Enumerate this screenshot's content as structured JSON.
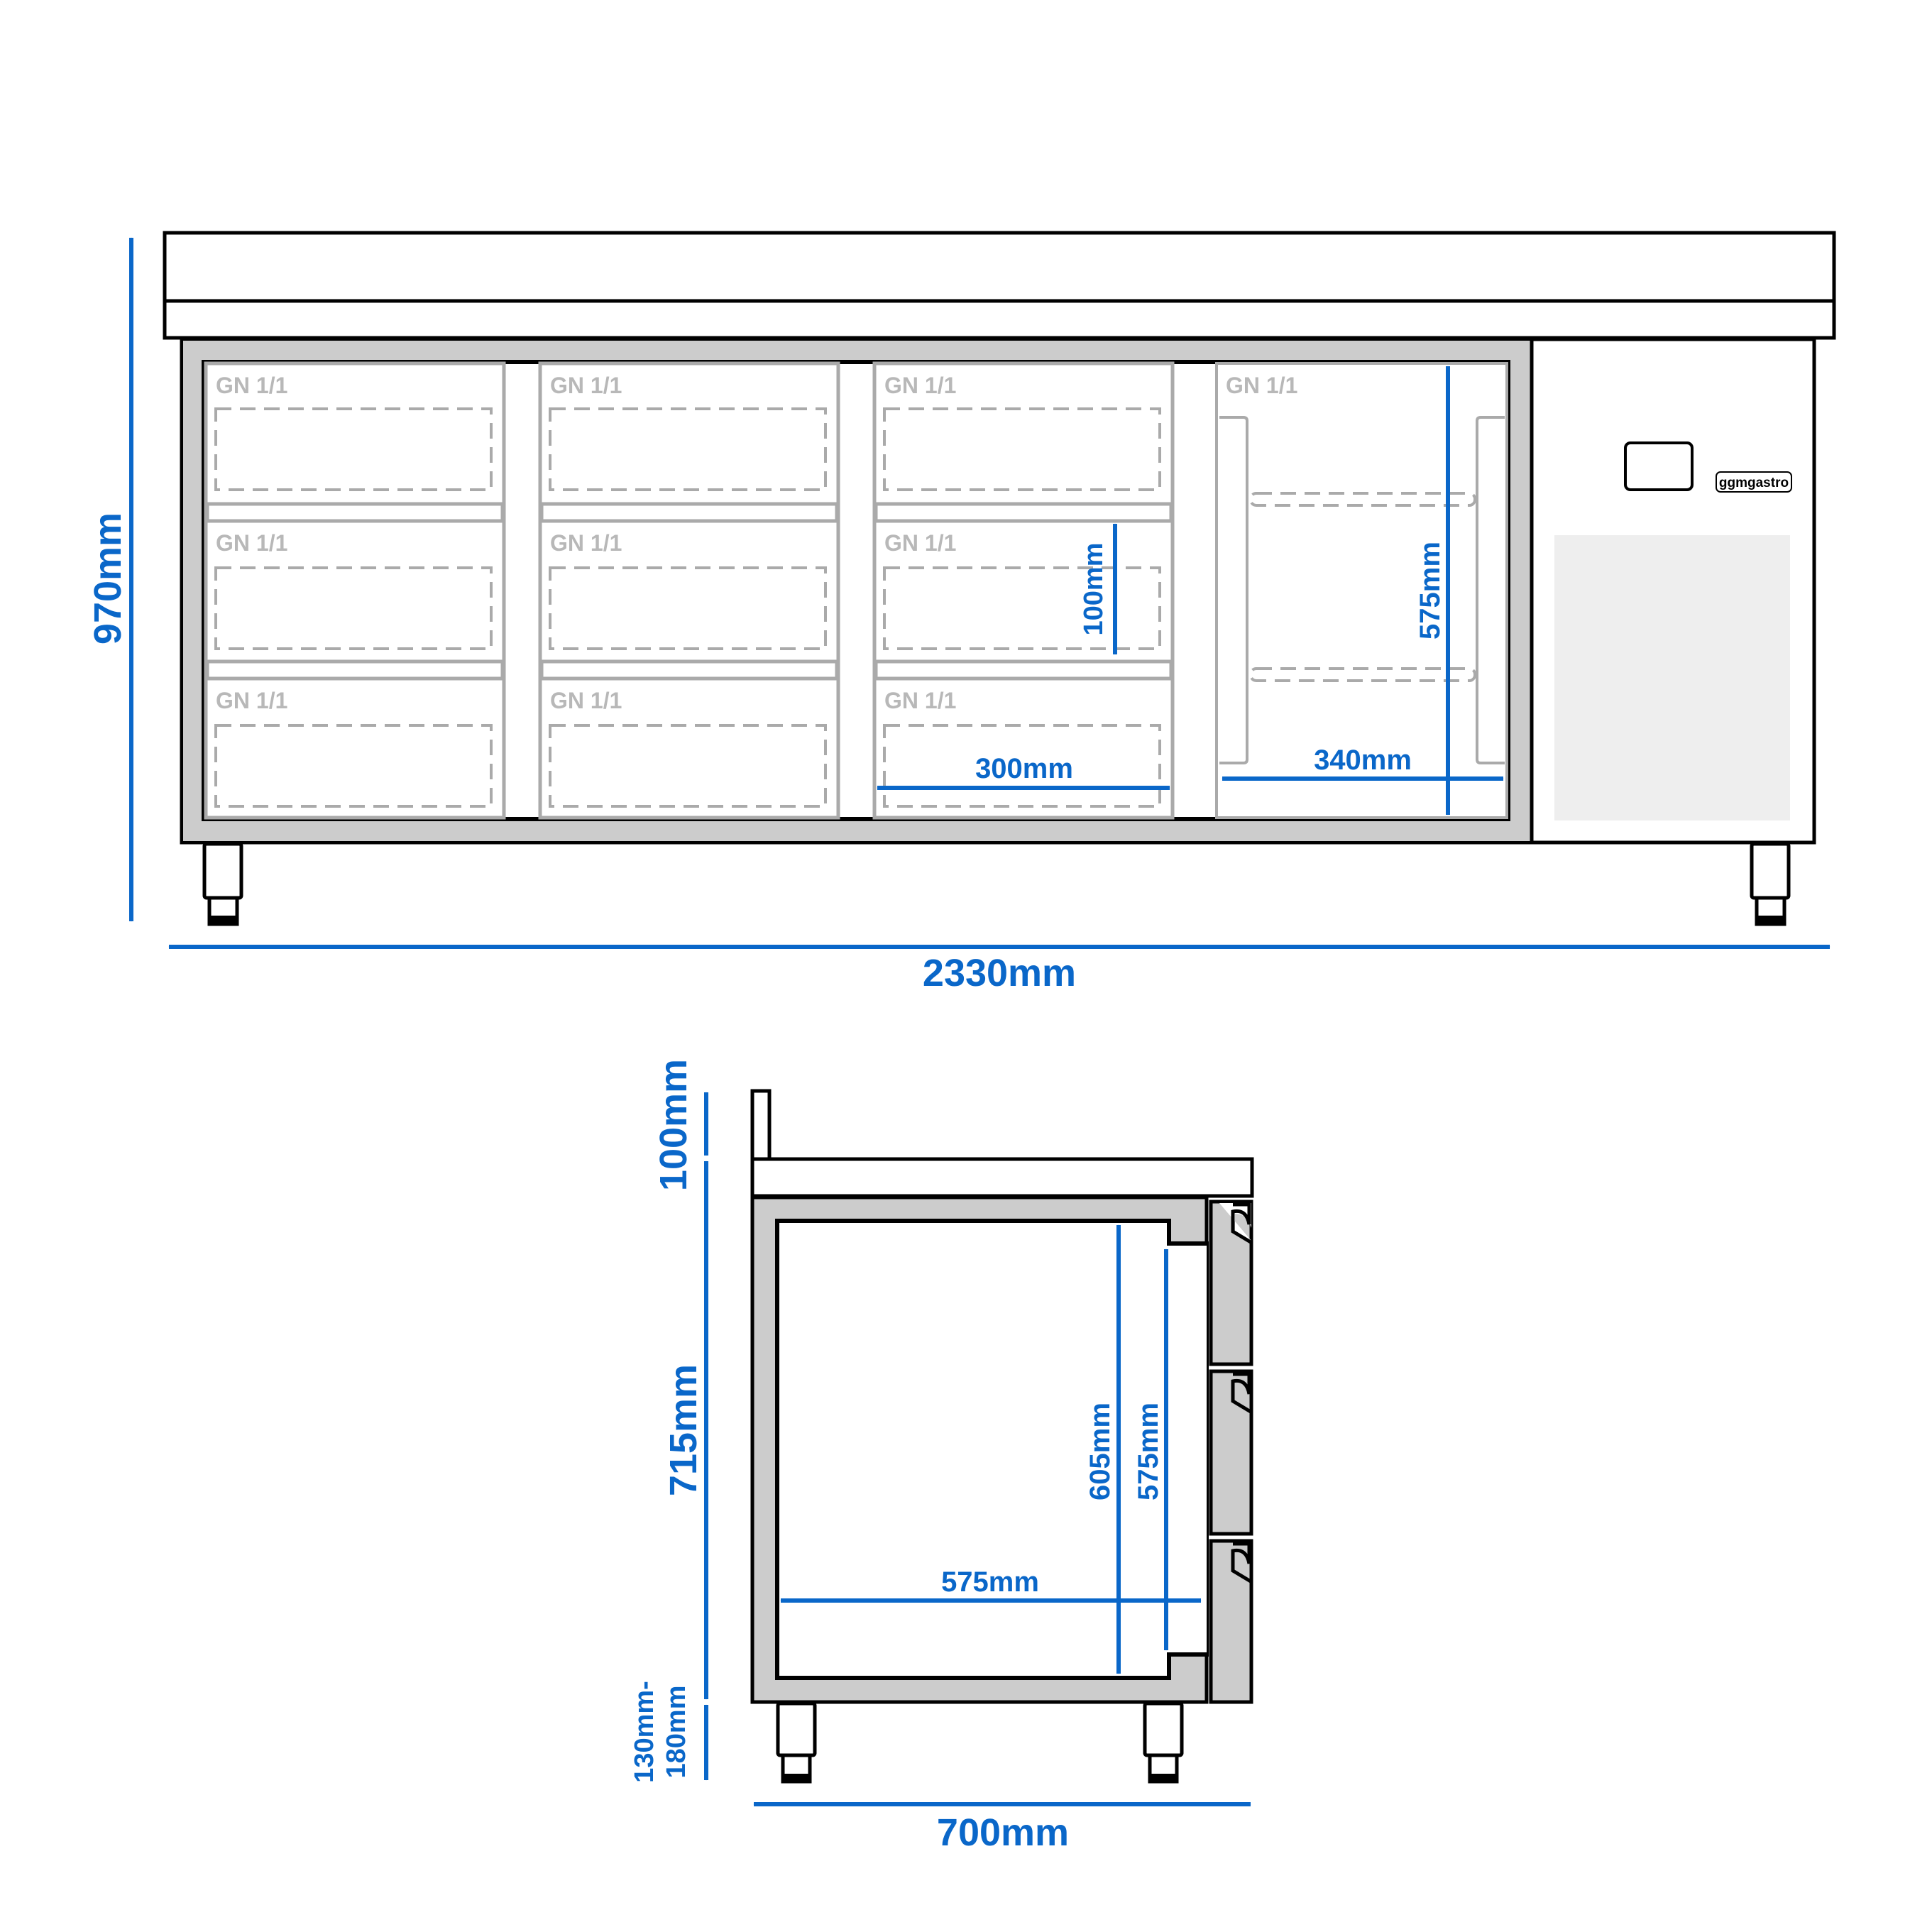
{
  "front_view": {
    "pan_label": "GN 1/1",
    "pan_labels": [
      [
        "GN 1/1",
        "GN 1/1",
        "GN 1/1"
      ],
      [
        "GN 1/1",
        "GN 1/1",
        "GN 1/1"
      ],
      [
        "GN 1/1",
        "GN 1/1",
        "GN 1/1"
      ]
    ],
    "door_label": "GN 1/1",
    "brand_label": "ggmgastro",
    "dimensions": {
      "total_width": "2330mm",
      "total_height": "970mm",
      "pan_width": "300mm",
      "pan_depth": "100mm",
      "door_inner_width": "340mm",
      "door_inner_height": "575mm"
    }
  },
  "side_view": {
    "dimensions": {
      "backsplash_height": "100mm",
      "body_height": "715mm",
      "leg_height_line1": "130mm-",
      "leg_height_line2": "180mm",
      "total_depth": "700mm",
      "inner_depth": "575mm",
      "inner_height": "605mm",
      "drawer_opening_height": "575mm"
    }
  },
  "colors": {
    "dimension_blue": "#0a67c9",
    "outline": "#000000",
    "steel_gray": "#cccccc",
    "pan_gray": "#b0b0b0",
    "vent_gray": "#eeeeee"
  }
}
